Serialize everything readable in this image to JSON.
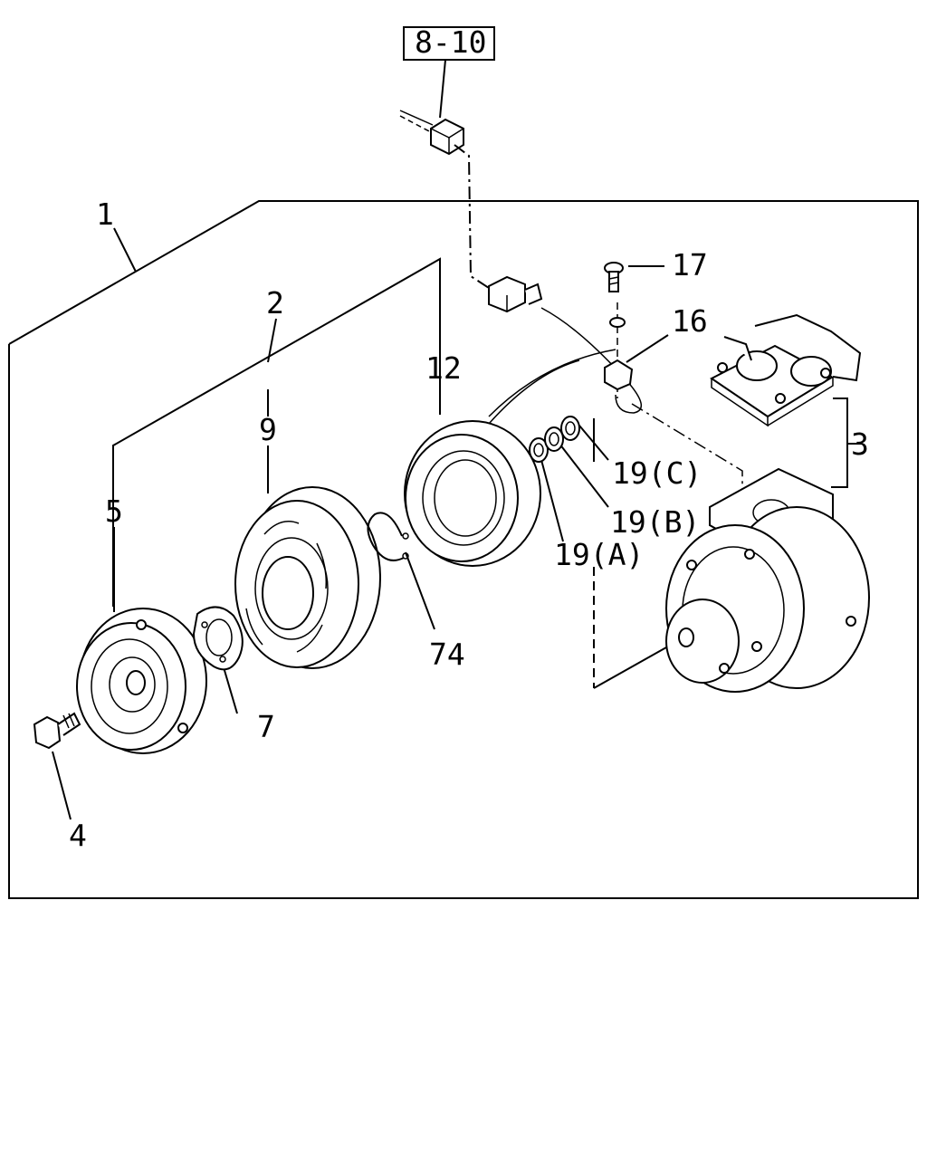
{
  "reference_box": "8-10",
  "labels": {
    "p1": "1",
    "p2": "2",
    "p3": "3",
    "p4": "4",
    "p5": "5",
    "p7": "7",
    "p9": "9",
    "p12": "12",
    "p16": "16",
    "p17": "17",
    "p19a": "19(A)",
    "p19b": "19(B)",
    "p19c": "19(C)",
    "p74": "74"
  }
}
